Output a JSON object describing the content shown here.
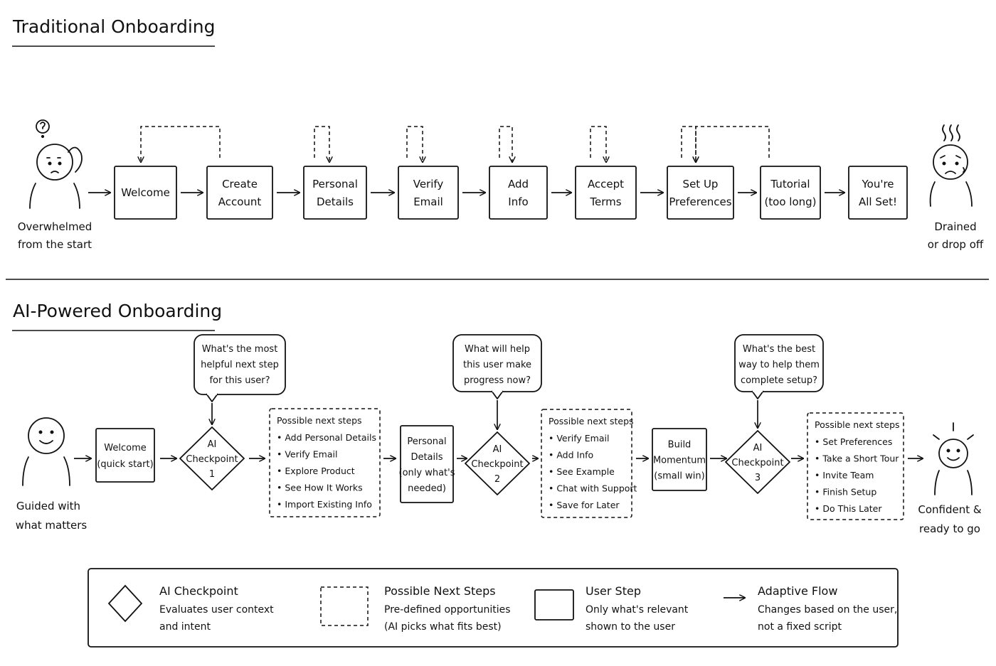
{
  "traditional": {
    "title": "Traditional Onboarding",
    "start_label": [
      "Overwhelmed",
      "from the start"
    ],
    "end_label": [
      "Drained",
      "or drop off"
    ],
    "steps": [
      [
        "Welcome"
      ],
      [
        "Create",
        "Account"
      ],
      [
        "Personal",
        "Details"
      ],
      [
        "Verify",
        "Email"
      ],
      [
        "Add",
        "Info"
      ],
      [
        "Accept",
        "Terms"
      ],
      [
        "Set Up",
        "Preferences"
      ],
      [
        "Tutorial",
        "(too long)"
      ],
      [
        "You're",
        "All Set!"
      ]
    ]
  },
  "ai": {
    "title": "AI-Powered Onboarding",
    "start_label": [
      "Guided with",
      "what matters"
    ],
    "end_label": [
      "Confident &",
      "ready to go"
    ],
    "welcome": [
      "Welcome",
      "(quick start)"
    ],
    "personal": [
      "Personal",
      "Details",
      "(only what's",
      "needed)"
    ],
    "momentum": [
      "Build",
      "Momentum",
      "(small win)"
    ],
    "checkpoints": [
      [
        "AI",
        "Checkpoint",
        "1"
      ],
      [
        "AI",
        "Checkpoint",
        "2"
      ],
      [
        "AI",
        "Checkpoint",
        "3"
      ]
    ],
    "bubbles": [
      [
        "What's the most",
        "helpful next step",
        "for this user?"
      ],
      [
        "What will help",
        "this user make",
        "progress now?"
      ],
      [
        "What's the best",
        "way to help them",
        "complete setup?"
      ]
    ],
    "options": [
      {
        "title": "Possible next steps",
        "items": [
          "• Add Personal Details",
          "• Verify Email",
          "• Explore Product",
          "• See How It Works",
          "• Import Existing Info"
        ]
      },
      {
        "title": "Possible next steps",
        "items": [
          "• Verify Email",
          "• Add Info",
          "• See Example",
          "• Chat with Support",
          "• Save for Later"
        ]
      },
      {
        "title": "Possible next steps",
        "items": [
          "• Set Preferences",
          "• Take a Short Tour",
          "• Invite Team",
          "• Finish Setup",
          "• Do This Later"
        ]
      }
    ]
  },
  "legend": [
    {
      "title": "AI Checkpoint",
      "desc": [
        "Evaluates user context",
        "and intent"
      ],
      "icon": "diamond-icon"
    },
    {
      "title": "Possible Next Steps",
      "desc": [
        "Pre-defined opportunities",
        "(AI picks what fits best)"
      ],
      "icon": "dashed-box-icon"
    },
    {
      "title": "User Step",
      "desc": [
        "Only what's relevant",
        "shown to the user"
      ],
      "icon": "solid-box-icon"
    },
    {
      "title": "Adaptive Flow",
      "desc": [
        "Changes based on the user,",
        "not a fixed script"
      ],
      "icon": "arrow-right-icon"
    }
  ]
}
